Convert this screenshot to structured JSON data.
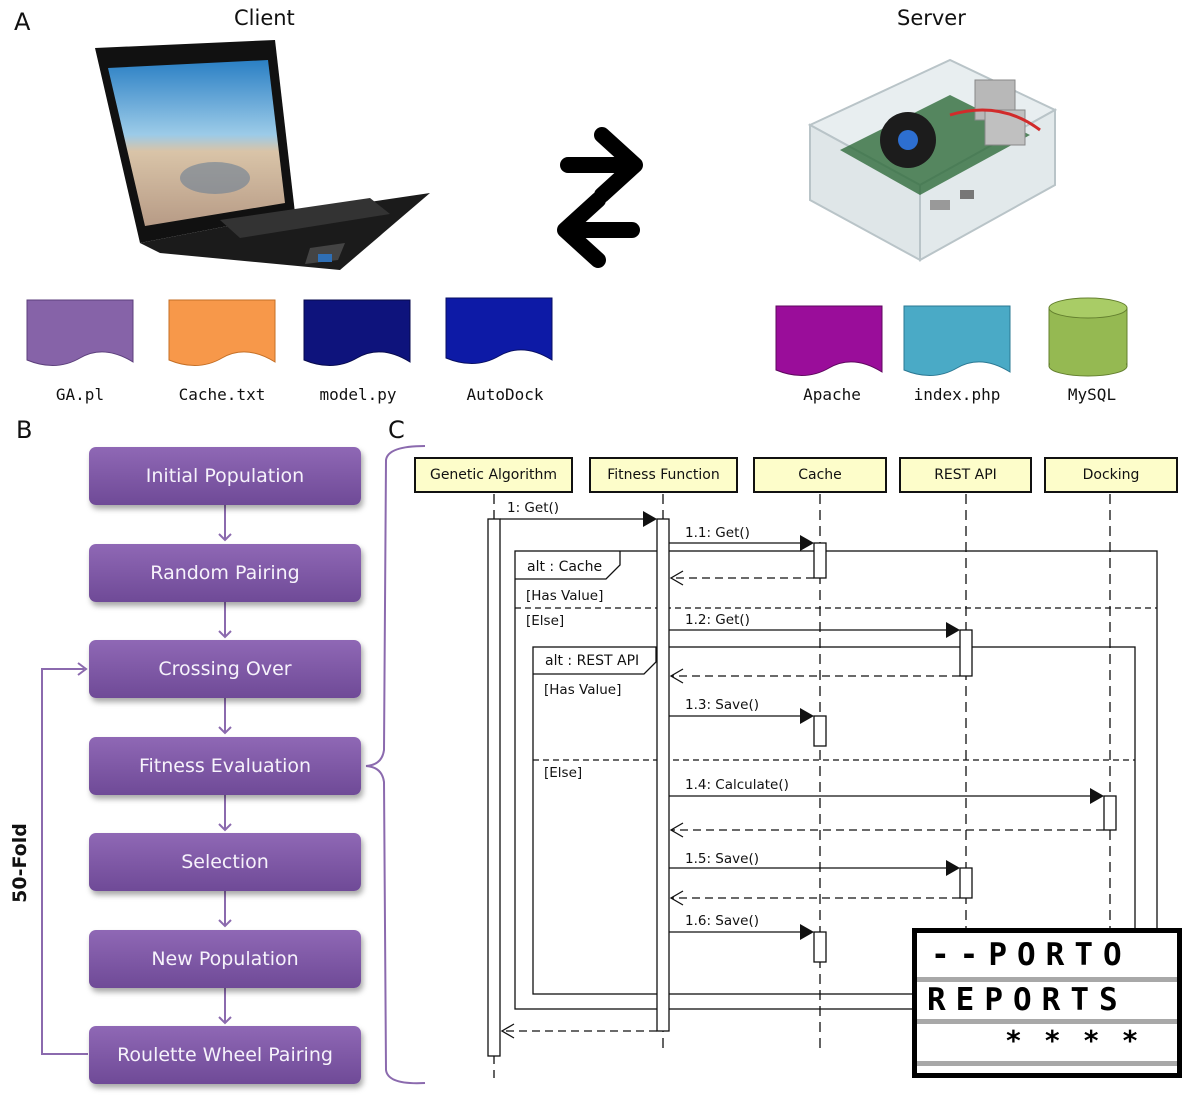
{
  "panels": {
    "a": "A",
    "b": "B",
    "c": "C"
  },
  "panel_a": {
    "client_title": "Client",
    "server_title": "Server",
    "client_files": [
      {
        "label": "GA.pl",
        "color": "#8663a8"
      },
      {
        "label": "Cache.txt",
        "color": "#f7984a"
      },
      {
        "label": "model.py",
        "color": "#0e137c"
      },
      {
        "label": "AutoDock",
        "color": "#0d1aa6"
      }
    ],
    "server_files": [
      {
        "label": "Apache",
        "color": "#9a0d9a"
      },
      {
        "label": "index.php",
        "color": "#4aaac6"
      },
      {
        "label": "MySQL",
        "color": "#95b952"
      }
    ]
  },
  "panel_b": {
    "steps": [
      "Initial Population",
      "Random Pairing",
      "Crossing Over",
      "Fitness Evaluation",
      "Selection",
      "New Population",
      "Roulette Wheel Pairing"
    ],
    "loop_label": "50-Fold"
  },
  "panel_c": {
    "lifelines": [
      "Genetic Algorithm",
      "Fitness Function",
      "Cache",
      "REST API",
      "Docking"
    ],
    "messages": [
      "1: Get()",
      "1.1: Get()",
      "1.2: Get()",
      "1.3: Save()",
      "1.4: Calculate()",
      "1.5: Save()",
      "1.6: Save()"
    ],
    "fragments": {
      "outer_title": "alt : Cache",
      "outer_guard_1": "[Has Value]",
      "outer_guard_2": "[Else]",
      "inner_title": "alt : REST API",
      "inner_guard_1": "[Has Value]",
      "inner_guard_2": "[Else]"
    }
  },
  "logo": {
    "line1": "--PORTO",
    "line2": "REPORTS",
    "line3": "****"
  }
}
